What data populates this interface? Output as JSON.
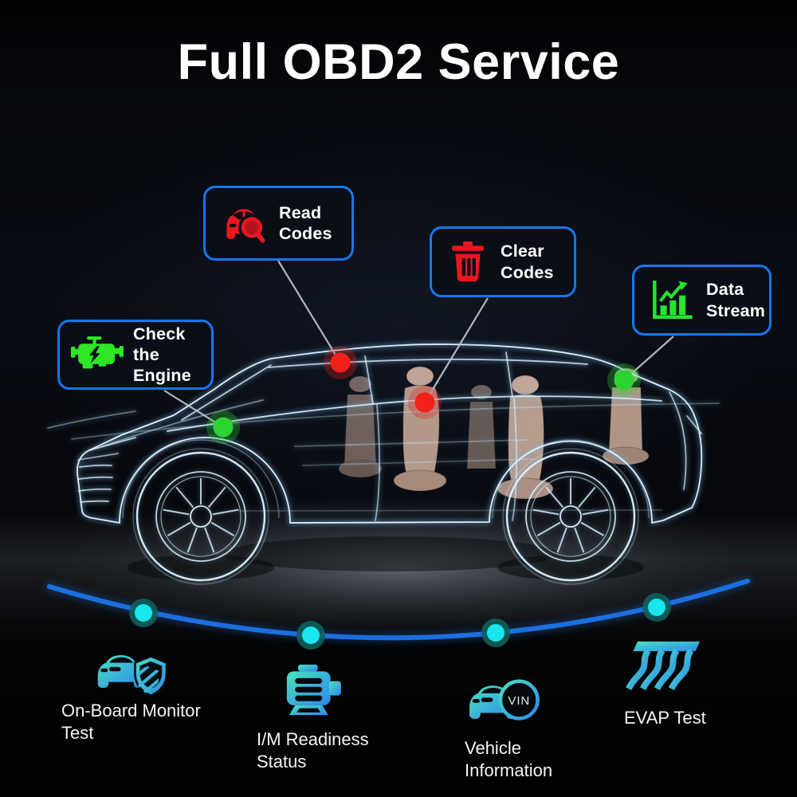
{
  "title": "Full OBD2 Service",
  "callouts": [
    {
      "name": "read-codes",
      "lines": [
        "Read",
        "Codes"
      ],
      "icon": "car-search-icon",
      "accent": "#e81720"
    },
    {
      "name": "clear-codes",
      "lines": [
        "Clear",
        "Codes"
      ],
      "icon": "trash-icon",
      "accent": "#e81720"
    },
    {
      "name": "data-stream",
      "lines": [
        "Data",
        "Stream"
      ],
      "icon": "bar-chart-icon",
      "accent": "#25e52e"
    },
    {
      "name": "check-engine",
      "lines": [
        "Check the",
        "Engine"
      ],
      "icon": "engine-warning-icon",
      "accent": "#2de626"
    }
  ],
  "car_markers": [
    {
      "links_to": "read-codes",
      "color": "#f2211a"
    },
    {
      "links_to": "clear-codes",
      "color": "#f2211a"
    },
    {
      "links_to": "data-stream",
      "color": "#2bd431"
    },
    {
      "links_to": "check-engine",
      "color": "#2bd431"
    }
  ],
  "features": [
    {
      "name": "on-board-monitor-test",
      "lines": [
        "On-Board Monitor",
        "Test"
      ],
      "icon": "car-shield-icon"
    },
    {
      "name": "im-readiness-status",
      "lines": [
        "I/M Readiness",
        "Status"
      ],
      "icon": "engine-block-icon"
    },
    {
      "name": "vehicle-information",
      "lines": [
        "Vehicle",
        "Information"
      ],
      "icon": "car-vin-icon",
      "badge": "VIN"
    },
    {
      "name": "evap-test",
      "lines": [
        "EVAP Test"
      ],
      "icon": "vapor-waves-icon"
    }
  ],
  "colors": {
    "background": "#05070c",
    "callout_border": "#1478f0",
    "callout_bg": "#0a0e16",
    "red_accent": "#e81720",
    "green_accent": "#2de626",
    "icon_gradient_start": "#49e3be",
    "icon_gradient_end": "#2e86f0",
    "timeline_line": "#1c6fdf",
    "timeline_dot": "#19e6ee",
    "car_glow": "#8ecdee",
    "text": "#f4f6f8"
  }
}
